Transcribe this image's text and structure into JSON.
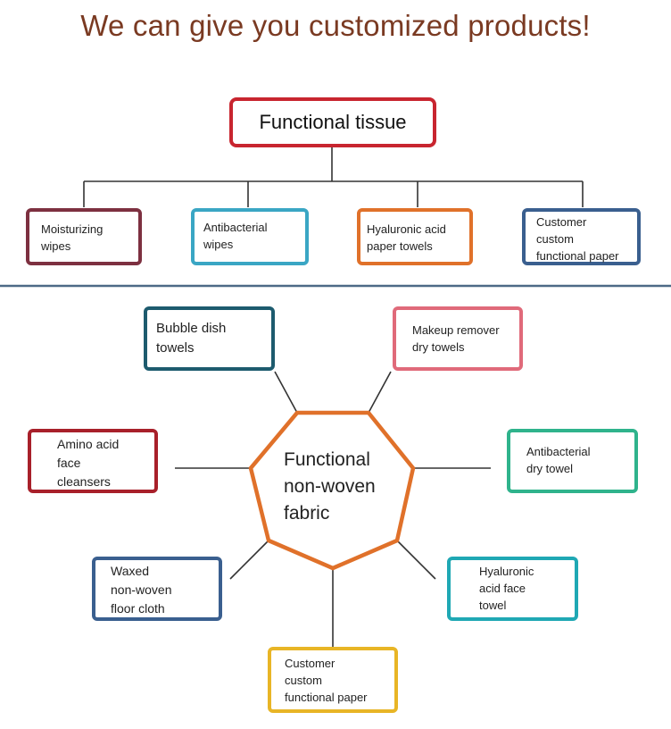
{
  "title": "We can give you customized products!",
  "colors": {
    "title": "#7a3a22",
    "root_border": "#c8252f",
    "octagon": "#e0712a",
    "divider": "#4d6a86",
    "connector": "#333333"
  },
  "top_section": {
    "root": "Functional tissue",
    "children": [
      {
        "label": "Moisturizing\nwipes",
        "color": "#7d3040"
      },
      {
        "label": "Antibacterial\nwipes",
        "color": "#3aa6c4"
      },
      {
        "label": "Hyaluronic acid\npaper towels",
        "color": "#e0712a"
      },
      {
        "label": "Customer\ncustom\nfunctional paper",
        "color": "#3a5f8f"
      }
    ]
  },
  "bottom_section": {
    "center": "Functional\nnon-woven\n fabric",
    "items": [
      {
        "label": "Bubble dish\ntowels",
        "color": "#1d5b6e"
      },
      {
        "label": "Makeup remover\ndry towels",
        "color": "#e06a7a"
      },
      {
        "label": "Amino acid\nface\ncleansers",
        "color": "#a8202a"
      },
      {
        "label": "Antibacterial\ndry towel",
        "color": "#2fb38c"
      },
      {
        "label": "Waxed\nnon-woven\nfloor cloth",
        "color": "#3a5f8f"
      },
      {
        "label": "Hyaluronic\nacid face\ntowel",
        "color": "#1fa8b4"
      },
      {
        "label": "Customer\ncustom\nfunctional paper",
        "color": "#e8b526"
      }
    ]
  }
}
